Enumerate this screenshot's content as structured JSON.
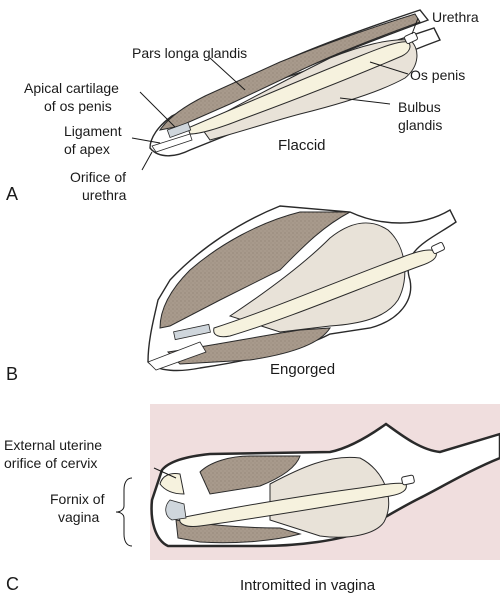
{
  "panels": {
    "a": {
      "letter": "A",
      "stage": "Flaccid",
      "labels": {
        "urethra": "Urethra",
        "pars_longa_glandis": "Pars longa glandis",
        "os_penis": "Os penis",
        "apical_cartilage_1": "Apical cartilage",
        "apical_cartilage_2": "of os penis",
        "bulbus_glandis_1": "Bulbus",
        "bulbus_glandis_2": "glandis",
        "ligament_1": "Ligament",
        "ligament_2": "of apex",
        "orifice_1": "Orifice of",
        "orifice_2": "urethra"
      }
    },
    "b": {
      "letter": "B",
      "stage": "Engorged"
    },
    "c": {
      "letter": "C",
      "stage": "Intromitted in vagina",
      "labels": {
        "external_orifice_1": "External uterine",
        "external_orifice_2": "orifice of cervix",
        "fornix_1": "Fornix of",
        "fornix_2": "vagina"
      }
    }
  },
  "colors": {
    "tissue_dark": "#a89a8c",
    "tissue_light": "#e8e2d8",
    "bone": "#f6f2de",
    "vagina_bg": "#f0dede",
    "outline": "#2a2a2a"
  }
}
